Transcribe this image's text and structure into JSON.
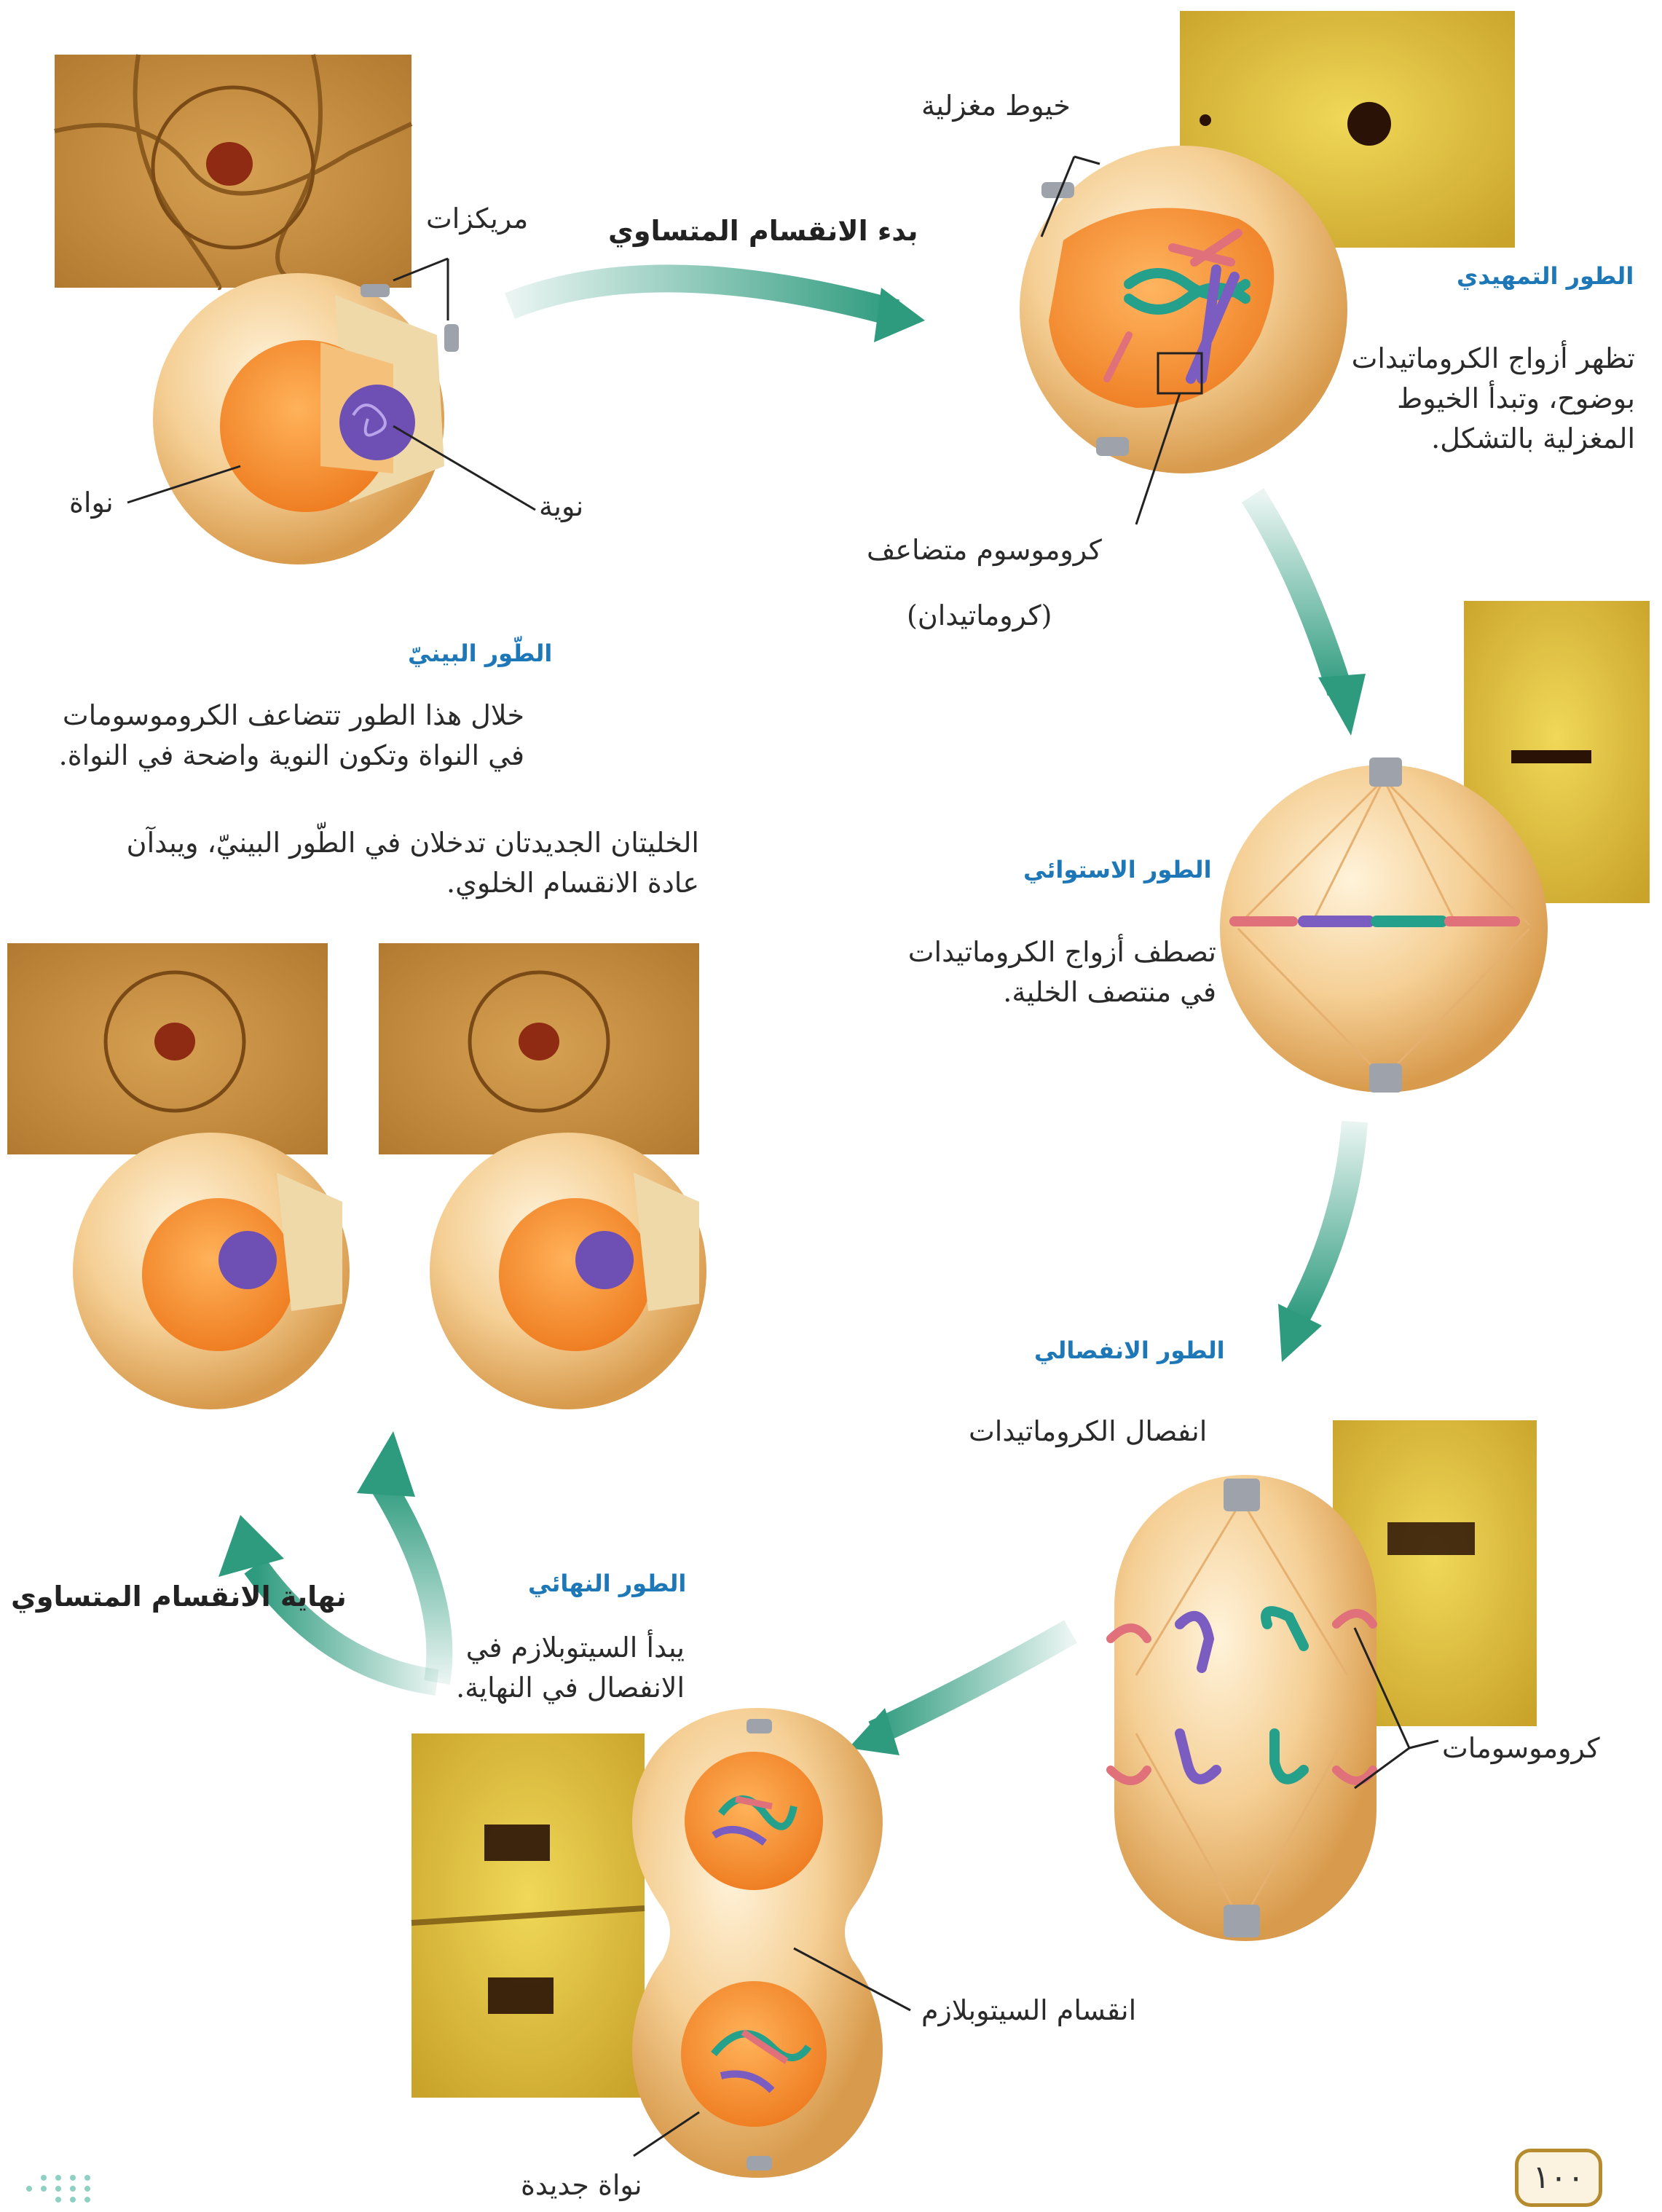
{
  "interphase": {
    "title": "الطّور البينيّ",
    "desc_lines": [
      "خلال هذا الطور تتضاعف الكروموسومات",
      "في النواة وتكون النوية واضحة في النواة."
    ],
    "labels": {
      "centrioles": "مريكزات",
      "nucleus": "نواة",
      "nucleolus": "نوية"
    }
  },
  "prophase": {
    "title": "الطور التمهيدي",
    "desc_lines": [
      "تظهر أزواج الكروماتيدات",
      "بوضوح، وتبدأ الخيوط",
      "المغزلية بالتشكل."
    ],
    "labels": {
      "spindle": "خيوط مغزلية",
      "dup_chrom_1": "كروموسوم متضاعف",
      "dup_chrom_2": "(كروماتيدان)"
    }
  },
  "mitosis_start": "بدء الانقسام المتساوي",
  "metaphase": {
    "title": "الطور الاستوائي",
    "desc_lines": [
      "تصطف أزواج الكروماتيدات",
      "في منتصف الخلية."
    ]
  },
  "anaphase": {
    "title": "الطور الانفصالي",
    "desc": "انفصال الكروماتيدات",
    "labels": {
      "chromosomes": "كروموسومات"
    }
  },
  "telophase": {
    "title": "الطور النهائي",
    "desc_lines": [
      "يبدأ السيتوبلازم في",
      "الانفصال في النهاية."
    ],
    "labels": {
      "cytokinesis": "انقسام السيتوبلازم",
      "new_nucleus": "نواة جديدة"
    }
  },
  "daughter_cells": {
    "desc_lines": [
      "الخليتان الجديدتان تدخلان في الطّور البينيّ، ويبدآن",
      "عادة الانقسام الخلوي."
    ]
  },
  "mitosis_end": "نهاية الانقسام المتساوي",
  "page_number": "١٠٠",
  "colors": {
    "title_blue": "#1e78b8",
    "arrow_teal": "#2e9b7e",
    "cell_peach": "#f3c98a",
    "nucleus_orange": "#f08a2c",
    "chrom_purple": "#7b5cc0",
    "chrom_teal": "#25a08a",
    "chrom_pink": "#e0707a",
    "photo_yellow": "#d9b93a"
  }
}
